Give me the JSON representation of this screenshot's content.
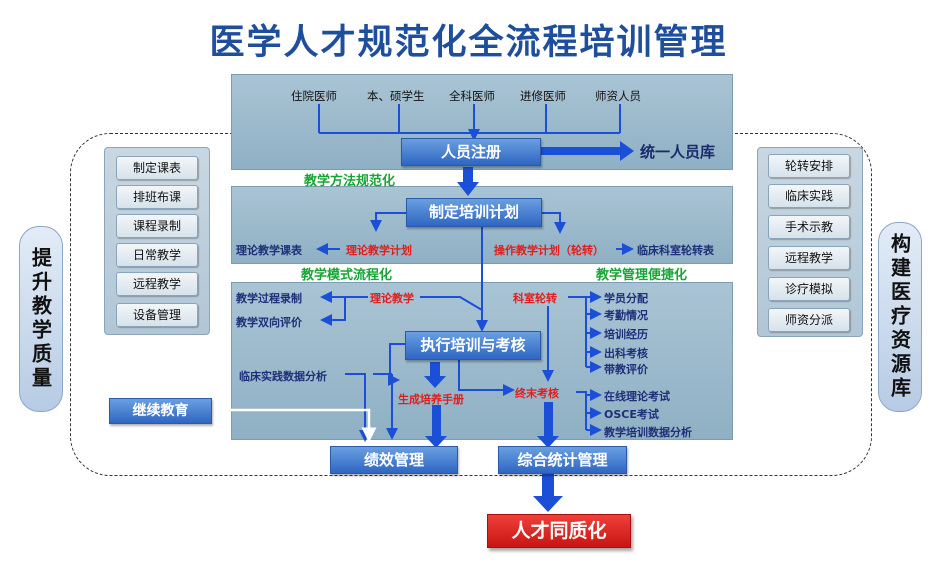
{
  "title": "医学人才规范化全流程培训管理",
  "registration": {
    "sources": [
      "住院医师",
      "本、硕学生",
      "全科医师",
      "进修医师",
      "师资人员"
    ],
    "button": "人员注册",
    "target": "统一人员库"
  },
  "labels": {
    "method_std": "教学方法规范化",
    "mode_flow": "教学模式流程化",
    "mgmt_conv": "教学管理便捷化"
  },
  "plan": {
    "button": "制定培训计划",
    "theory_course": "理论教学课表",
    "theory_plan": "理论教学计划",
    "operate_plan": "操作教学计划（轮转）",
    "dept_rotation": "临床科室轮转表"
  },
  "execute": {
    "button": "执行培训与考核",
    "theory_teaching": "理论教学",
    "process_record": "教学过程录制",
    "two_way_eval": "教学双向评价",
    "clinical_analysis": "临床实践数据分析",
    "training_manual": "生成培养手册",
    "dept_rotation": "科室轮转",
    "rotation_items": [
      "学员分配",
      "考勤情况",
      "培训经历",
      "出科考核",
      "带教评价"
    ],
    "final_exam": "终末考核",
    "exam_items": [
      "在线理论考试",
      "OSCE考试",
      "教学培训数据分析"
    ]
  },
  "continuing_edu": "继续教育",
  "performance": "绩效管理",
  "statistics": "综合统计管理",
  "outcome": "人才同质化",
  "left_pill": "提升教学质量",
  "right_pill": "构建医疗资源库",
  "left_items": [
    "制定课表",
    "排班布课",
    "课程录制",
    "日常教学",
    "远程教学",
    "设备管理"
  ],
  "right_items": [
    "轮转安排",
    "临床实践",
    "手术示教",
    "远程教学",
    "诊疗模拟",
    "师资分派"
  ],
  "colors": {
    "title": "#1f4e9c",
    "panel": "#9dbacb",
    "button_blue": "#3a72cc",
    "outcome_red": "#d61e1a",
    "label_red": "#e01e1e",
    "label_green": "#17a535"
  }
}
